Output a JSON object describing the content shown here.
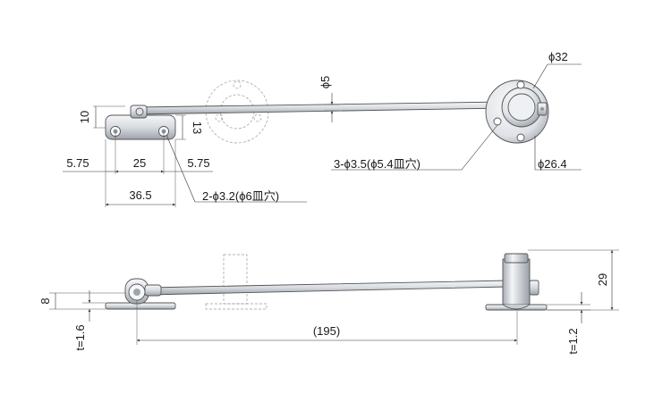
{
  "colors": {
    "part_light": "#eef0f3",
    "part_mid": "#c8ccd2",
    "part_dark": "#8e949c",
    "outline": "#555555",
    "dimension": "#333333"
  },
  "top_view": {
    "dims": {
      "bracket_height": "10",
      "bracket_width": "13",
      "edge_left": "5.75",
      "hole_pitch": "25",
      "edge_right": "5.75",
      "overall_length": "36.5",
      "bracket_holes": "2-ϕ3.2(ϕ6皿穴)",
      "rod_diameter": "ϕ5",
      "knob_diameter": "ϕ32",
      "base_diameter": "ϕ26.4",
      "base_holes": "3-ϕ3.5(ϕ5.4皿穴)"
    }
  },
  "side_view": {
    "dims": {
      "bracket_height": "8",
      "bracket_thickness": "t=1.6",
      "rod_span": "(195)",
      "base_thickness": "t=1.2",
      "overall_height": "29"
    }
  }
}
